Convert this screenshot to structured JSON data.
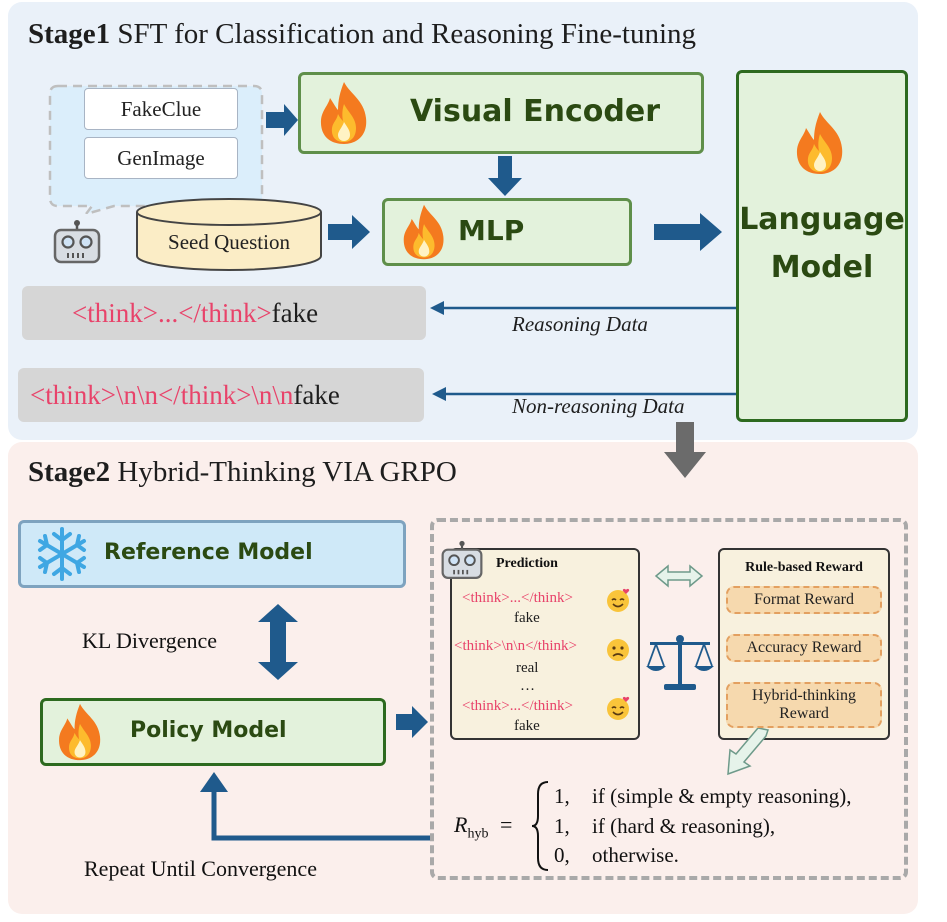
{
  "stage1": {
    "label": "Stage1",
    "title": "SFT for Classification and Reasoning Fine-tuning",
    "datasets": [
      "FakeClue",
      "GenImage"
    ],
    "seed_question": "Seed Question",
    "visual_encoder": "Visual Encoder",
    "mlp": "MLP",
    "language_model_line1": "Language",
    "language_model_line2": "Model",
    "reasoning_output_think": "<think>...</think>",
    "reasoning_output_answer": "fake",
    "nonreasoning_output_think": "<think>\\n\\n</think>\\n\\n",
    "nonreasoning_output_answer": "fake",
    "reasoning_data_label": "Reasoning Data",
    "nonreasoning_data_label": "Non-reasoning Data"
  },
  "stage2": {
    "label": "Stage2",
    "title": "Hybrid-Thinking VIA GRPO",
    "reference_model": "Reference Model",
    "kl_divergence": "KL Divergence",
    "policy_model": "Policy Model",
    "repeat_label": "Repeat Until Convergence",
    "prediction_title": "Prediction",
    "predictions": [
      {
        "think": "<think>...</think>",
        "answer": "fake"
      },
      {
        "think": "<think>\\n\\n</think>",
        "answer": "real"
      },
      {
        "think": "…",
        "answer": ""
      },
      {
        "think": "<think>...</think>",
        "answer": "fake"
      }
    ],
    "reward_title": "Rule-based Reward",
    "rewards": [
      "Format Reward",
      "Accuracy Reward",
      "Hybrid-thinking Reward"
    ],
    "formula": {
      "lhs_main": "R",
      "lhs_sub": "hyb",
      "equals": "=",
      "cases": [
        {
          "value": "1,",
          "condition": "if (simple & empty reasoning),"
        },
        {
          "value": "1,",
          "condition": "if (hard & reasoning),"
        },
        {
          "value": "0,",
          "condition": "otherwise."
        }
      ]
    }
  },
  "colors": {
    "stage1_bg": "#eaf1f9",
    "stage2_bg": "#fbefec",
    "arrow_blue": "#1f5a8c",
    "box_green": "#e3f2dc",
    "text_pink": "#e8436a",
    "reference_blue": "#cfe9f8"
  }
}
